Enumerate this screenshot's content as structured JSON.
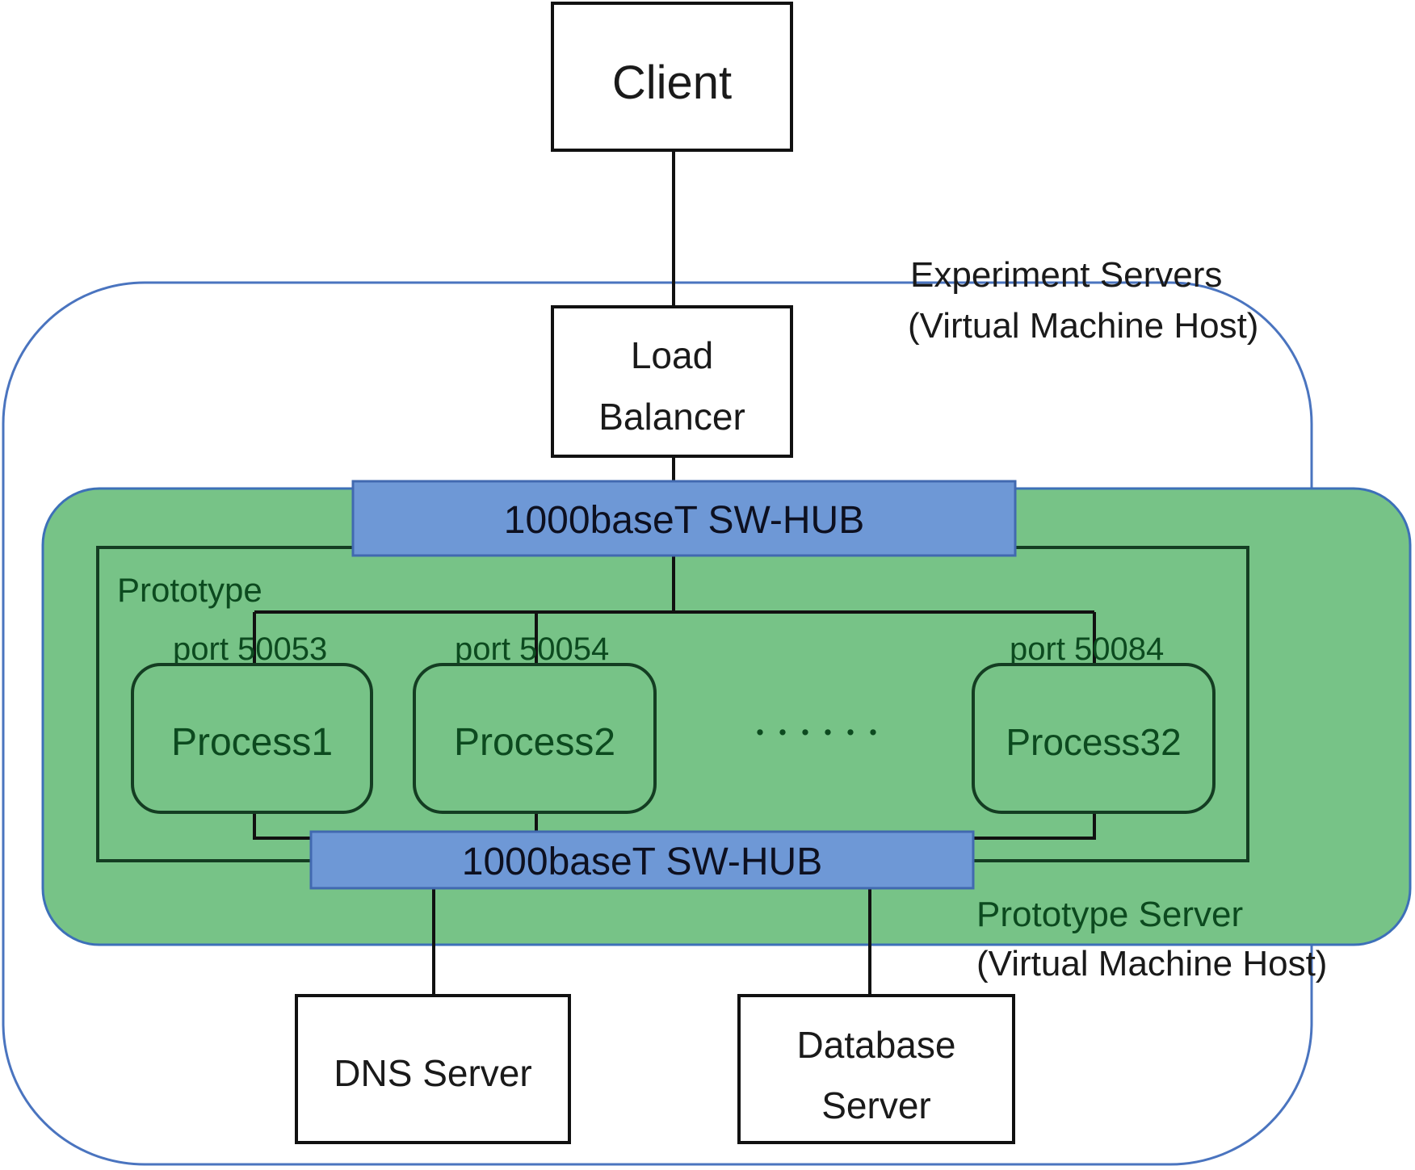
{
  "colors": {
    "outer_border": "#4a74bf",
    "green_fill": "#77c387",
    "green_stroke": "#1d5a30",
    "hub_fill": "#6e98d6",
    "hub_stroke": "#4169b0",
    "line": "#111111"
  },
  "client": {
    "label": "Client"
  },
  "load_balancer": {
    "line1": "Load",
    "line2": "Balancer"
  },
  "experiment_servers": {
    "line1": "Experiment Servers",
    "line2": "(Virtual Machine Host)"
  },
  "hub_top": {
    "label": "1000baseT SW-HUB"
  },
  "hub_bottom": {
    "label": "1000baseT SW-HUB"
  },
  "prototype": {
    "label": "Prototype"
  },
  "processes": [
    {
      "port": "port 50053",
      "name": "Process1"
    },
    {
      "port": "port 50054",
      "name": "Process2"
    },
    {
      "port": "port 50084",
      "name": "Process32"
    }
  ],
  "ellipsis": "・・・・・・",
  "prototype_server": {
    "line1": "Prototype Server",
    "line2": "(Virtual Machine Host)"
  },
  "dns_server": {
    "label": "DNS Server"
  },
  "database_server": {
    "line1": "Database",
    "line2": "Server"
  }
}
